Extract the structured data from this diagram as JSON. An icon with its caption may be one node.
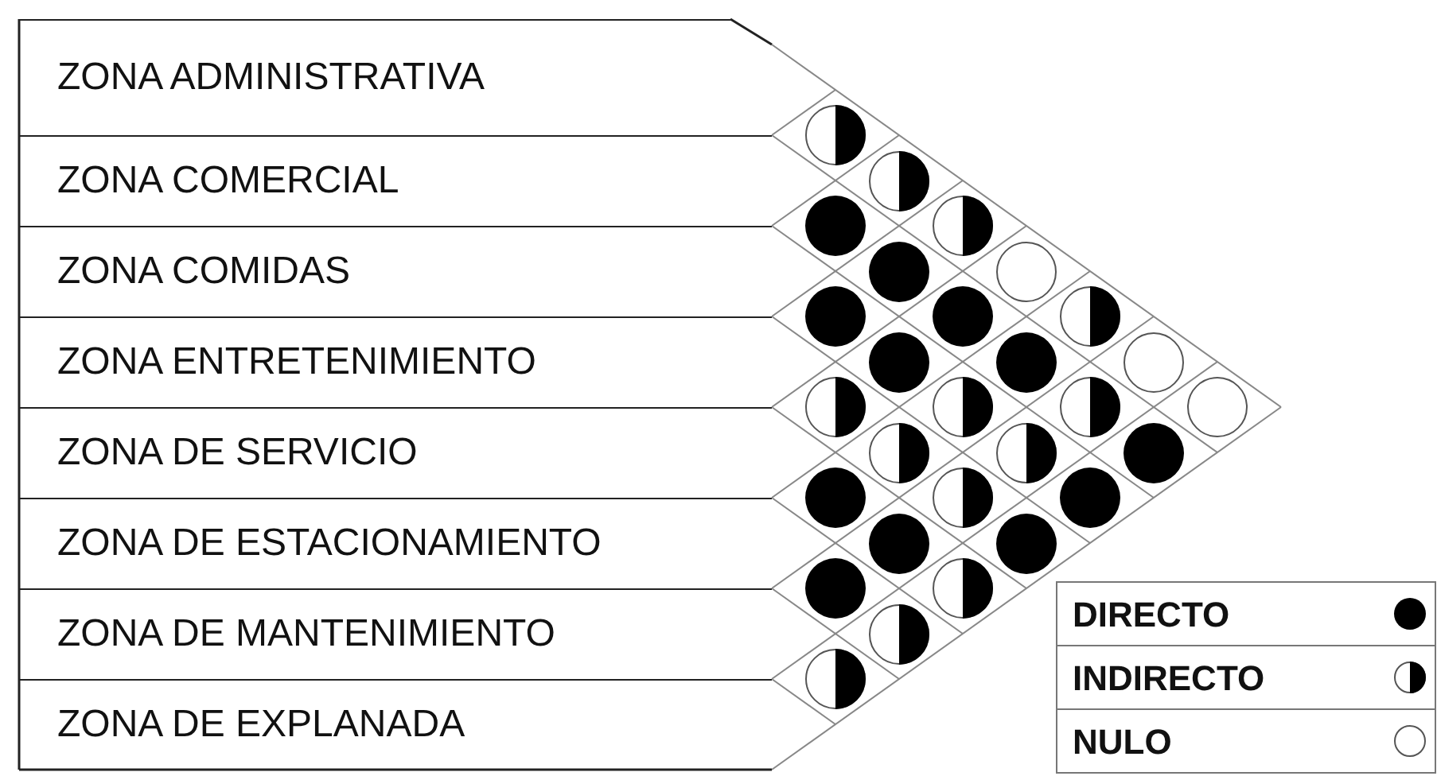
{
  "diagram": {
    "nodes": [
      {
        "text": [
          "ZONA ADMINISTRATIVA"
        ]
      },
      {
        "text": [
          "ZONA COMERCIAL"
        ]
      },
      {
        "text": [
          "ZONA COMIDAS"
        ]
      },
      {
        "text": [
          "ZONA ENTRETENIMIENTO"
        ]
      },
      {
        "text": [
          "ZONA DE SERVICIO"
        ]
      },
      {
        "text": [
          "ZONA DE ESTACIONAMIENTO"
        ]
      },
      {
        "text": [
          "ZONA DE MANTENIMIENTO"
        ]
      },
      {
        "text": [
          "ZONA DE EXPLANADA"
        ]
      },
      {
        "text": [],
        "shape": "half-dot"
      },
      {
        "text": [],
        "shape": "half-dot"
      },
      {
        "text": [],
        "shape": "dot"
      },
      {
        "text": [],
        "shape": "half-dot"
      },
      {
        "text": [],
        "shape": "dot"
      },
      {
        "text": [],
        "shape": "circle"
      },
      {
        "text": [],
        "shape": "dot"
      },
      {
        "text": [],
        "shape": "dot"
      },
      {
        "text": [],
        "shape": "half-dot"
      },
      {
        "text": [],
        "shape": "dot"
      },
      {
        "text": [],
        "shape": "dot"
      },
      {
        "text": [],
        "shape": "circle"
      },
      {
        "text": [],
        "shape": "half-dot"
      },
      {
        "text": [],
        "shape": "half-dot"
      },
      {
        "text": [],
        "shape": "half-dot"
      },
      {
        "text": [],
        "shape": "circle"
      },
      {
        "text": [],
        "shape": "half-dot"
      },
      {
        "text": [],
        "shape": "half-dot"
      },
      {
        "text": [],
        "shape": "dot"
      },
      {
        "text": [],
        "shape": "dot"
      },
      {
        "text": [],
        "shape": "half-dot"
      },
      {
        "text": [],
        "shape": "dot"
      },
      {
        "text": [],
        "shape": "dot"
      },
      {
        "text": [],
        "shape": "dot"
      },
      {
        "text": [],
        "shape": "dot"
      },
      {
        "text": [],
        "shape": "half-dot"
      },
      {
        "text": [],
        "shape": "half-dot"
      },
      {
        "text": [],
        "shape": "half-dot"
      }
    ],
    "legend": [
      {
        "text": "DIRECTO"
      },
      {
        "text": "INDIRECTO"
      },
      {
        "text": "NULO"
      }
    ]
  }
}
